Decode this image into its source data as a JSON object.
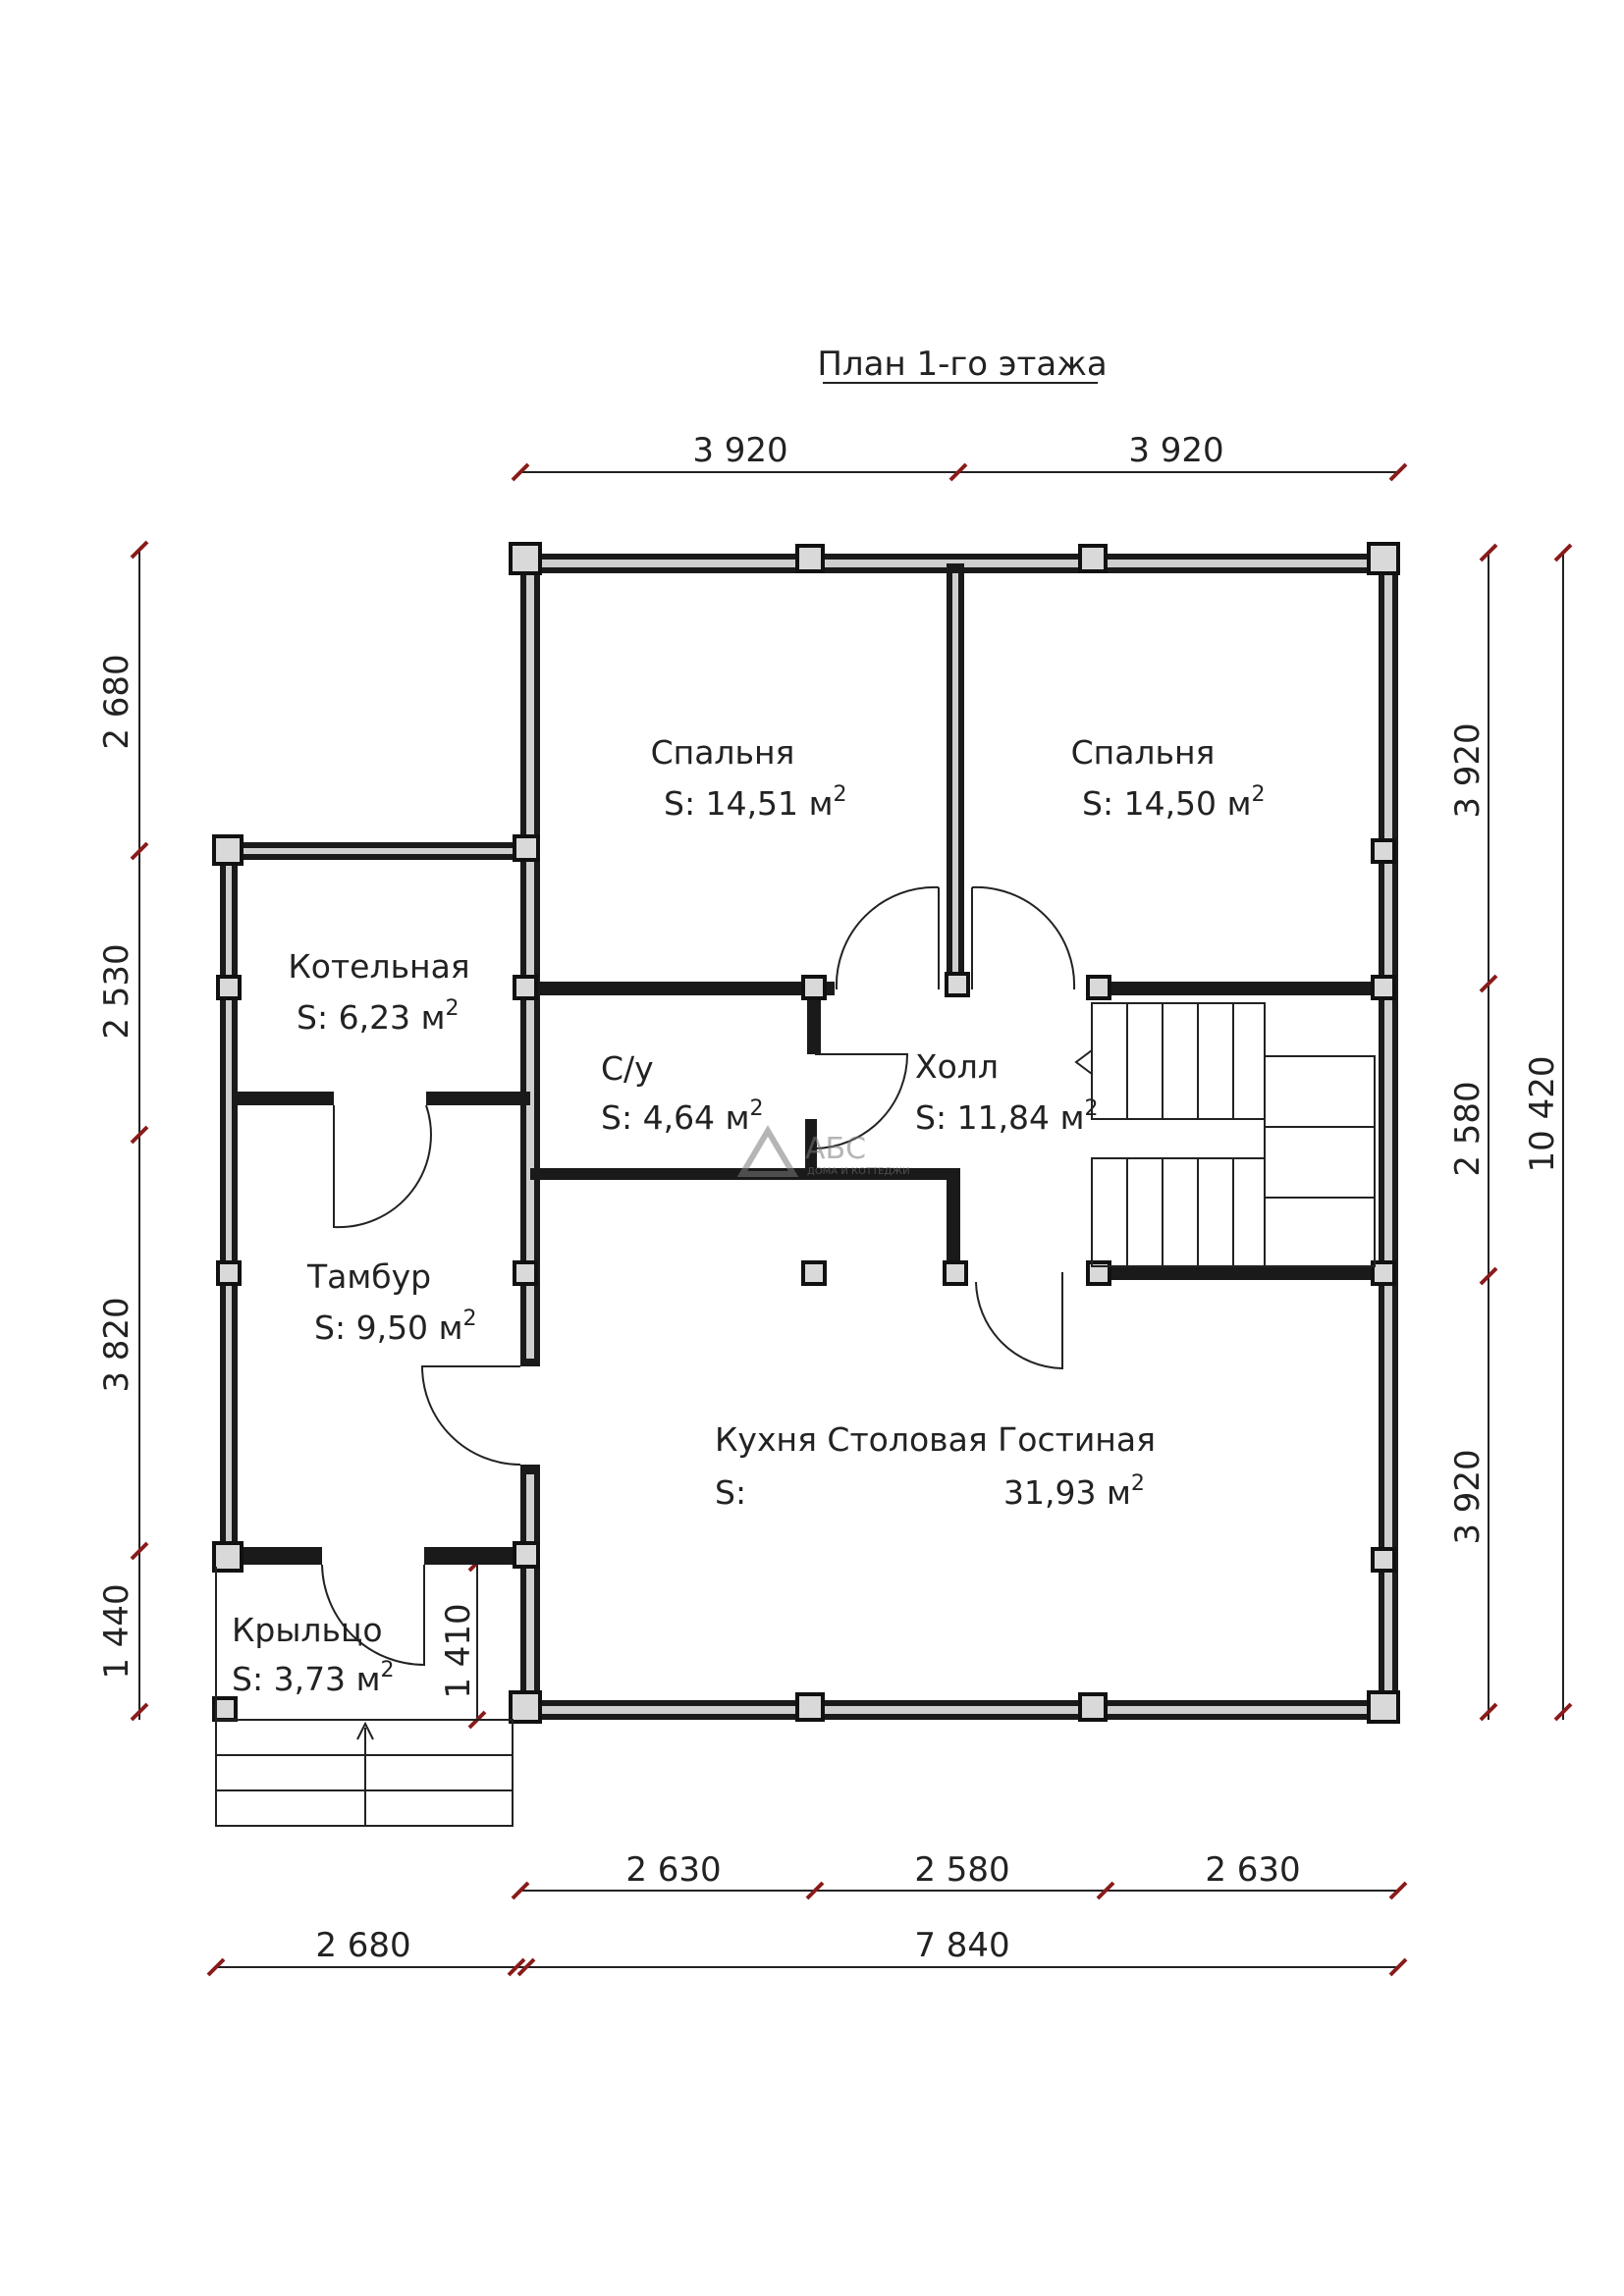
{
  "title": "План 1-го этажа",
  "logo_text": "АБС",
  "logo_sub": "ДОМА И КОТТЕДЖИ",
  "rooms": {
    "bedroom_left": {
      "name": "Спальня",
      "area_prefix": "S:",
      "area": "14,51",
      "unit": "м",
      "exp": "2"
    },
    "bedroom_right": {
      "name": "Спальня",
      "area_prefix": "S:",
      "area": "14,50",
      "unit": "м",
      "exp": "2"
    },
    "boiler": {
      "name": "Котельная",
      "area_prefix": "S:",
      "area": "6,23",
      "unit": "м",
      "exp": "2"
    },
    "wc": {
      "name": "С/у",
      "area_prefix": "S:",
      "area": "4,64",
      "unit": "м",
      "exp": "2"
    },
    "hall": {
      "name": "Холл",
      "area_prefix": "S:",
      "area": "11,84",
      "unit": "м",
      "exp": "2"
    },
    "vestibule": {
      "name": "Тамбур",
      "area_prefix": "S:",
      "area": "9,50",
      "unit": "м",
      "exp": "2"
    },
    "kitchen": {
      "name": "Кухня Столовая Гостиная",
      "area_prefix": "S:",
      "area": "31,93",
      "unit": "м",
      "exp": "2"
    },
    "porch": {
      "name": "Крыльцо",
      "area_prefix": "S:",
      "area": "3,73",
      "unit": "м",
      "exp": "2"
    }
  },
  "dimensions": {
    "top": [
      "3 920",
      "3 920"
    ],
    "left": [
      "2 680",
      "2 530",
      "3 820",
      "1 440"
    ],
    "right": [
      "3 920",
      "2 580",
      "3 920"
    ],
    "right_total": "10 420",
    "bottom_inner": [
      "2 630",
      "2 580",
      "2 630"
    ],
    "bottom_outer": [
      "2 680",
      "7 840"
    ],
    "porch_depth": "1 410"
  }
}
